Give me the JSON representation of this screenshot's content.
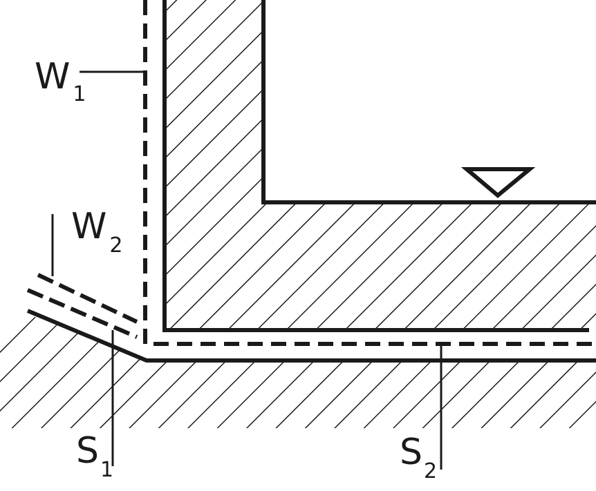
{
  "labels": {
    "w1": {
      "main": "W",
      "sub": "1"
    },
    "w2": {
      "main": "W",
      "sub": "2"
    },
    "s1": {
      "main": "S",
      "sub": "1"
    },
    "s2": {
      "main": "S",
      "sub": "2"
    }
  },
  "colors": {
    "ink": "#1a1a1a",
    "background": "#ffffff"
  },
  "symbols": {
    "water_level": "water-level-triangle-icon"
  }
}
